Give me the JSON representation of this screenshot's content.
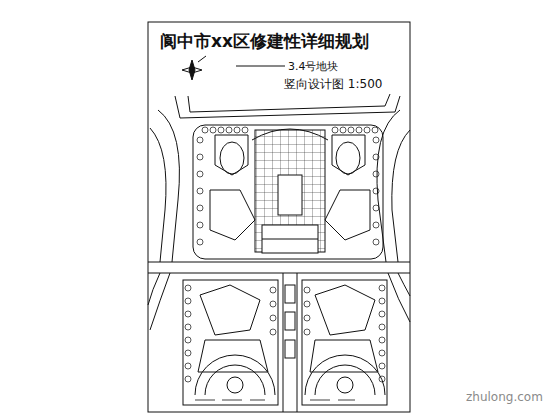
{
  "diagram": {
    "title": "阆中市xx区修建性详细规划",
    "labels": [
      "3.4号地块",
      "竖向设计图 1:500",
      "zhulong.com"
    ]
  }
}
